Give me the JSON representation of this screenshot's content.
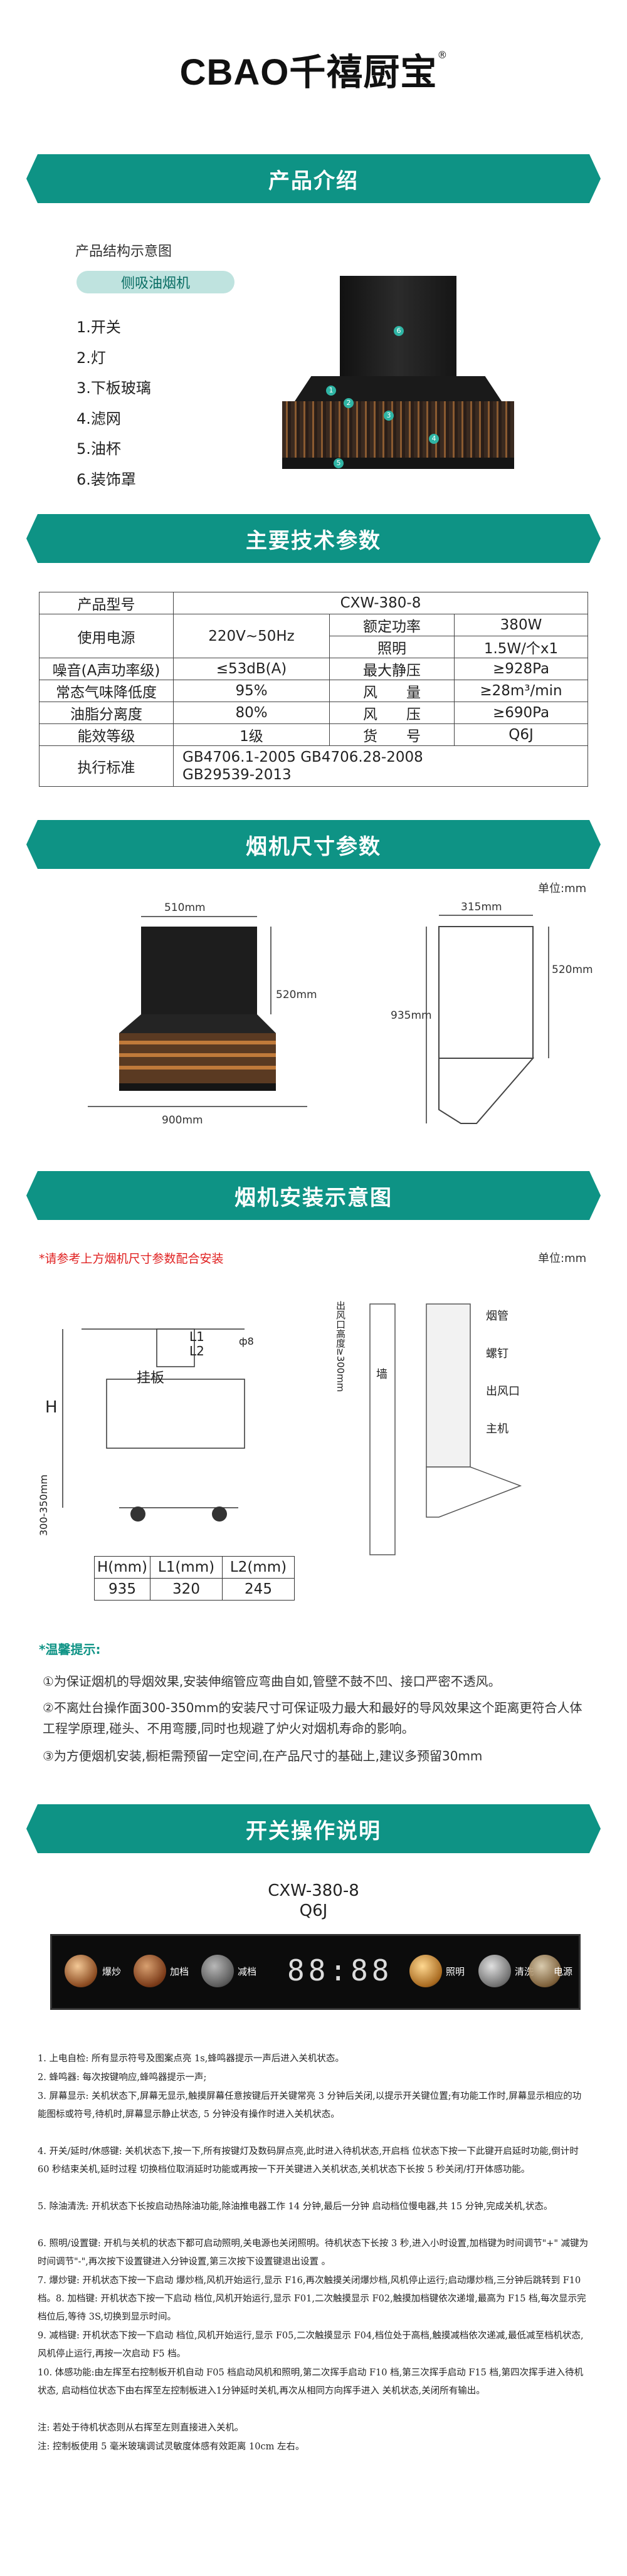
{
  "brand": {
    "logo_text": "CBAO千禧厨宝",
    "registered": "®"
  },
  "colors": {
    "accent": "#0e9385",
    "warning_red": "#e02020",
    "dark": "#1e1e1e"
  },
  "intro": {
    "banner": "产品介绍",
    "diagram_title": "产品结构示意图",
    "tag": "侧吸油烟机",
    "parts": [
      "1.开关",
      "2.灯",
      "3.下板玻璃",
      "4.滤网",
      "5.油杯",
      "6.装饰罩"
    ],
    "markers": [
      "6",
      "1",
      "2",
      "3",
      "4",
      "5"
    ]
  },
  "specs": {
    "banner": "主要技术参数",
    "rows": {
      "model_label": "产品型号",
      "model_value": "CXW-380-8",
      "power_label": "使用电源",
      "power_value": "220V~50Hz",
      "rated_label": "额定功率",
      "rated_value": "380W",
      "light_label": "照明",
      "light_value": "1.5W/个x1",
      "noise_label": "噪音(A声功率级)",
      "noise_value": "≤53dB(A)",
      "static_label": "最大静压",
      "static_value": "≥928Pa",
      "odor_label": "常态气味降低度",
      "odor_value": "95%",
      "air_label": "风　　量",
      "air_value": "≥28m³/min",
      "oil_label": "油脂分离度",
      "oil_value": "80%",
      "pressure_label": "风　　压",
      "pressure_value": "≥690Pa",
      "energy_label": "能效等级",
      "energy_value": "1级",
      "item_label": "货　　号",
      "item_value": "Q6J",
      "standard_label": "执行标准",
      "standard_line1": "GB4706.1-2005   GB4706.28-2008",
      "standard_line2": "GB29539-2013"
    }
  },
  "dims": {
    "banner": "烟机尺寸参数",
    "unit": "单位:mm",
    "front_width_top": "510mm",
    "front_height": "520mm",
    "front_width_bottom": "900mm",
    "side_depth": "315mm",
    "side_upper": "520mm",
    "side_total": "935mm"
  },
  "install": {
    "banner": "烟机安装示意图",
    "note": "*请参考上方烟机尺寸参数配合安装",
    "unit": "单位:mm",
    "labels": {
      "l1": "L1",
      "l2": "L2",
      "phi8": "ф8",
      "hang": "挂板",
      "h": "H",
      "gap": "300-350mm",
      "wall": "墙",
      "outlet_height": "出风口高度≥300mm",
      "duct": "烟管",
      "screw": "螺钉",
      "outlet": "出风口",
      "host": "主机"
    },
    "table_headers": [
      "H(mm)",
      "L1(mm)",
      "L2(mm)"
    ],
    "table_values": [
      "935",
      "320",
      "245"
    ],
    "tips_title": "*温馨提示:",
    "tips": [
      "①为保证烟机的导烟效果,安装伸缩管应弯曲自如,管壁不鼓不凹、接口严密不透风。",
      "②不离灶台操作面300-350mm的安装尺寸可保证吸力最大和最好的导风效果这个距离更符合人体工程学原理,碰头、不用弯腰,同时也规避了炉火对烟机寿命的影响。",
      "③为方便烟机安装,橱柜需预留一定空间,在产品尺寸的基础上,建议多预留30mm"
    ]
  },
  "operation": {
    "banner": "开关操作说明",
    "model_line1": "CXW-380-8",
    "model_line2": "Q6J",
    "panel_labels": [
      "爆炒",
      "加档",
      "减档",
      "照明",
      "清洗",
      "电源"
    ],
    "panel_display": "88:88",
    "instructions": [
      "1. 上电自检: 所有显示符号及图案点亮 1s,蜂鸣器提示一声后进入关机状态。",
      "2. 蜂鸣器: 每次按键响应,蜂鸣器提示一声;",
      "3. 屏幕显示: 关机状态下,屏幕无显示,触摸屏幕任意按键后开关键常亮 3 分钟后关闭,以提示开关键位置;有功能工作时,屏幕显示相应的功能图标或符号,待机时,屏幕显示静止状态, 5 分钟没有操作时进入关机状态。",
      "4. 开关/延时/休感键: 关机状态下,按一下,所有按键灯及数码屏点亮,此时进入待机状态,开启档 位状态下按一下此键开启延时功能,倒计时 60 秒结束关机,延时过程 切换档位取消延时功能或再按一下开关键进入关机状态,关机状态下长按 5 秒关闭/打开体感功能。",
      "5. 除油清洗: 开机状态下长按启动热除油功能,除油推电器工作 14 分钟,最后一分钟 启动档位慢电器,共 15 分钟,完成关机,状态。",
      "6. 照明/设置键: 开机与关机的状态下都可启动照明,关电源也关闭照明。待机状态下长按 3 秒,进入小时设置,加档键为时间调节\"+\" 减键为时间调节\"-\",再次按下设置键进入分钟设置,第三次按下设置键退出设置 。",
      "7. 爆炒键: 开机状态下按一下启动 爆炒档,风机开始运行,显示 F16,再次触摸关闭爆炒档,风机停止运行;启动爆炒档,三分钟后跳转到 F10 档。8. 加档键: 开机状态下按一下启动 档位,风机开始运行,显示 F01,二次触摸显示 F02,触摸加档键依次递增,最高为 F15 档,每次显示完档位后,等待 3S,切换到显示时间。",
      "9. 减档键: 开机状态下按一下启动 档位,风机开始运行,显示 F05,二次触摸显示 F04,档位处于高档,触摸减档依次递减,最低减至档机状态,风机停止运行,再按一次启动 F5 档。",
      "10. 体感功能:由左挥至右控制板开机自动 F05 档启动风机和照明,第二次挥手启动 F10 档,第三次挥手启动 F15 档,第四次挥手进入待机状态, 启动档位状态下由右挥至左控制板进入1分钟延时关机,再次从相同方向挥手进入 关机状态,关闭所有输出。",
      "注: 若处于待机状态则从右挥至左则直接进入关机。",
      "注: 控制板使用 5 毫米玻璃调试灵敏度体感有效距离 10cm 左右。"
    ]
  }
}
